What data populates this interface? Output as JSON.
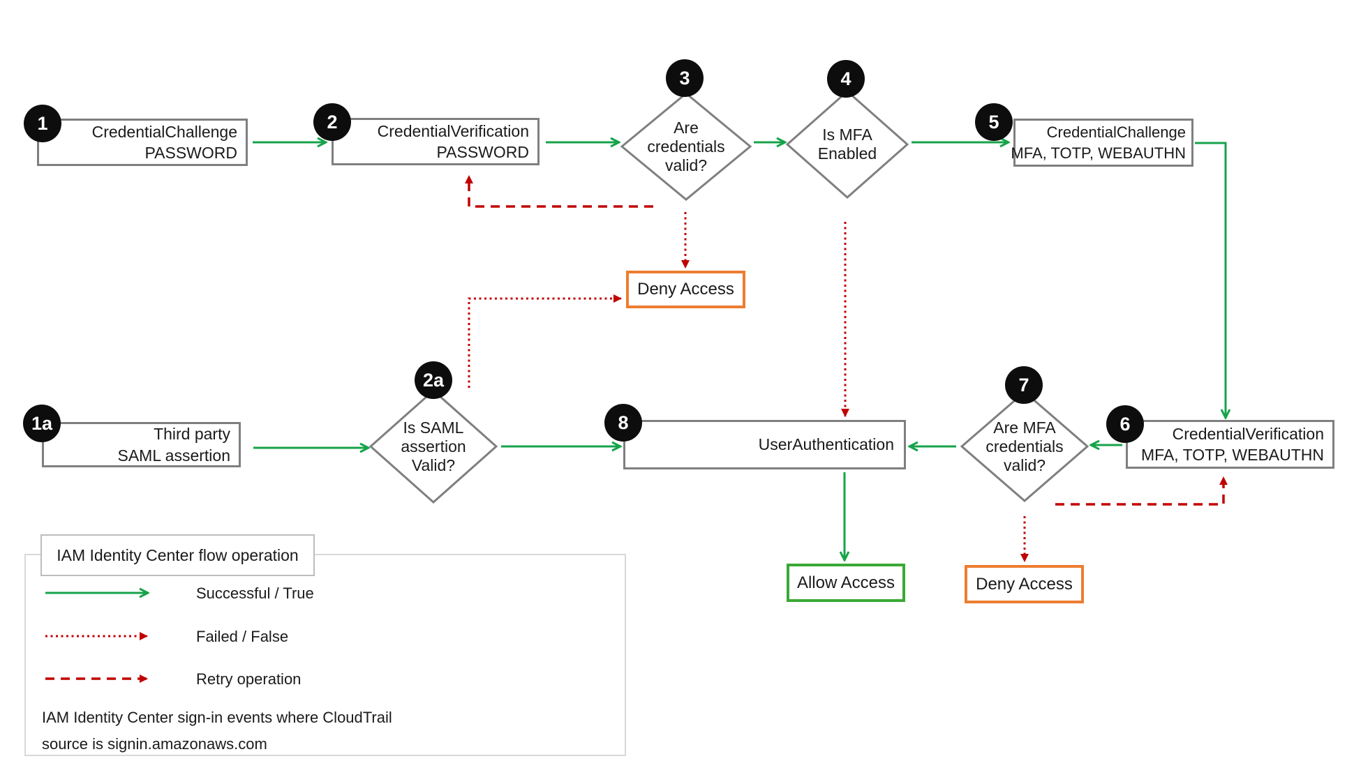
{
  "colors": {
    "success_green": "#16a34a",
    "fail_red": "#c00000",
    "deny_orange": "#ed7d31",
    "allow_green": "#3aa935",
    "node_border_gray": "#7f7f7f",
    "badge_black": "#0d0d0d"
  },
  "nodes": {
    "step1": {
      "badge": "1",
      "line1": "CredentialChallenge",
      "line2": "PASSWORD"
    },
    "step2": {
      "badge": "2",
      "line1": "CredentialVerification",
      "line2": "PASSWORD"
    },
    "decision3": {
      "badge": "3",
      "lines": [
        "Are",
        "credentials",
        "valid?"
      ]
    },
    "decision4": {
      "badge": "4",
      "lines": [
        "Is MFA",
        "Enabled"
      ]
    },
    "step5": {
      "badge": "5",
      "line1": "CredentialChallenge",
      "line2": "MFA, TOTP, WEBAUTHN"
    },
    "step6": {
      "badge": "6",
      "line1": "CredentialVerification",
      "line2": "MFA, TOTP, WEBAUTHN"
    },
    "decision7": {
      "badge": "7",
      "lines": [
        "Are MFA",
        "credentials",
        "valid?"
      ]
    },
    "step8": {
      "badge": "8",
      "line1": "UserAuthentication"
    },
    "step1a": {
      "badge": "1a",
      "line1": "Third party",
      "line2": "SAML assertion"
    },
    "decision2a": {
      "badge": "2a",
      "lines": [
        "Is SAML",
        "assertion",
        "Valid?"
      ]
    },
    "deny_access_top": {
      "label": "Deny Access"
    },
    "deny_access_bottom": {
      "label": "Deny Access"
    },
    "allow_access": {
      "label": "Allow Access"
    }
  },
  "legend": {
    "title": "IAM Identity Center flow operation",
    "items": [
      {
        "style": "solid-green",
        "label": "Successful / True"
      },
      {
        "style": "dotted-red",
        "label": "Failed / False"
      },
      {
        "style": "dashed-red",
        "label": "Retry operation"
      }
    ],
    "caption_line1": "IAM Identity Center sign-in events where CloudTrail",
    "caption_line2": "source is signin.amazonaws.com"
  }
}
